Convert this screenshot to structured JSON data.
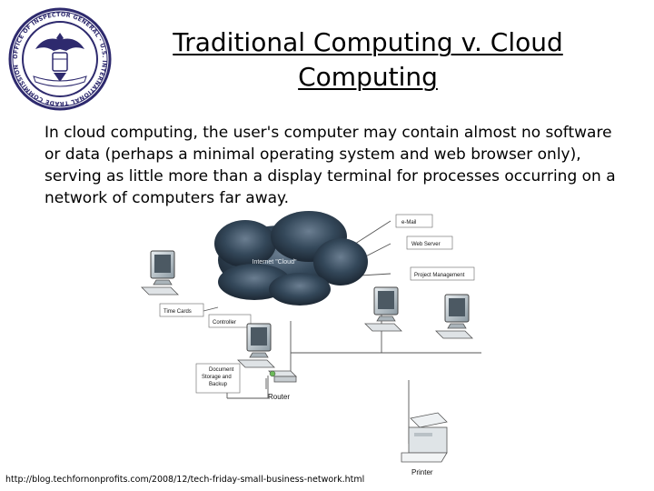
{
  "slide": {
    "title": "Traditional Computing v. Cloud Computing",
    "body": "In cloud computing, the user's computer may contain almost no software or data (perhaps a minimal operating system and web browser only), serving as little more than a display terminal for processes occurring on a network of computers far away.",
    "source_url": "http://blog.techfornonprofits.com/2008/12/tech-friday-small-business-network.html"
  },
  "seal": {
    "ring_text": "OFFICE OF INSPECTOR GENERAL · U.S. INTERNATIONAL TRADE COMMISSION",
    "color": "#2e2a6e"
  },
  "diagram": {
    "cloud_label": "Internet \"Cloud\"",
    "labels": {
      "email": "e-Mail",
      "web_server": "Web Server",
      "project_management": "Project Management",
      "time_cards": "Time Cards",
      "controller": "Controller",
      "document_storage": "Document\nStorage and\nBackup",
      "router": "Router",
      "printer": "Printer"
    },
    "colors": {
      "cloud": "#2b3a4a",
      "monitor": "#9aa6ad",
      "line": "#555555"
    }
  }
}
